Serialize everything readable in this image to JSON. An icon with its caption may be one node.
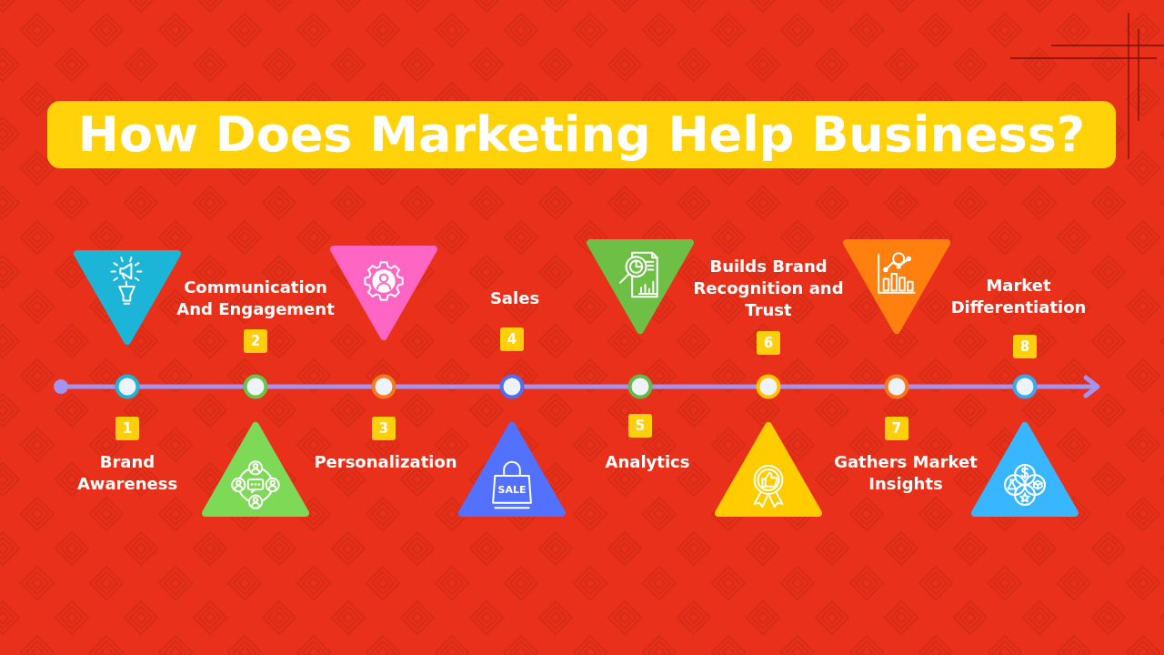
{
  "diagram": {
    "title": "How Does Marketing Help Business?",
    "nodes": [
      {
        "text": [
          "1"
        ],
        "beside": [
          "Brand Awareness"
        ]
      },
      {
        "text": [
          "2"
        ],
        "beside": [
          "Communication And Engagement"
        ]
      },
      {
        "text": [
          "3"
        ],
        "beside": [
          "Personalization"
        ]
      },
      {
        "text": [
          "4"
        ],
        "beside": [
          "Sales"
        ]
      },
      {
        "text": [
          "5"
        ],
        "beside": [
          "Analytics"
        ]
      },
      {
        "text": [
          "6"
        ],
        "beside": [
          "Builds Brand Recognition and Trust"
        ]
      },
      {
        "text": [
          "7"
        ],
        "beside": [
          "Gathers Market Insights"
        ]
      },
      {
        "text": [
          "8"
        ],
        "beside": [
          "Market Differentiation"
        ]
      }
    ],
    "labels": [
      "SALE"
    ]
  }
}
